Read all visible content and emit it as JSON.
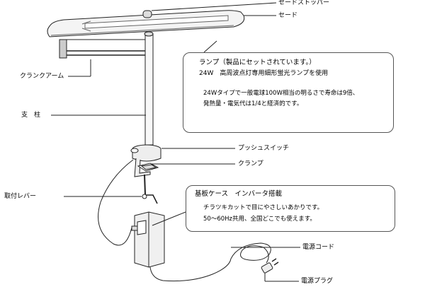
{
  "labels": {
    "shade_stopper": "セードストッパー",
    "shade": "セード",
    "crank_arm": "クランクアーム",
    "pillar": "支　柱",
    "push_switch": "プッシュスイッチ",
    "clamp": "クランプ",
    "mount_lever": "取付レバー",
    "power_cord": "電源コード",
    "power_plug": "電源プラグ"
  },
  "lamp_box": {
    "title": "ランプ（製品にセットされています。）",
    "subtitle": "24W　高周波点灯専用細形蛍光ランプを使用",
    "line1": "24Wタイプで一般電球100W相当の明るさで寿命は9倍、",
    "line2": "発熱量・電気代は1/4と経済的です。"
  },
  "inverter_box": {
    "title": "基板ケース　インバータ搭載",
    "line1": "チラツキカットで目にやさしいあかりです。",
    "line2": "50～60Hz共用、全国どこでも使えます。"
  }
}
